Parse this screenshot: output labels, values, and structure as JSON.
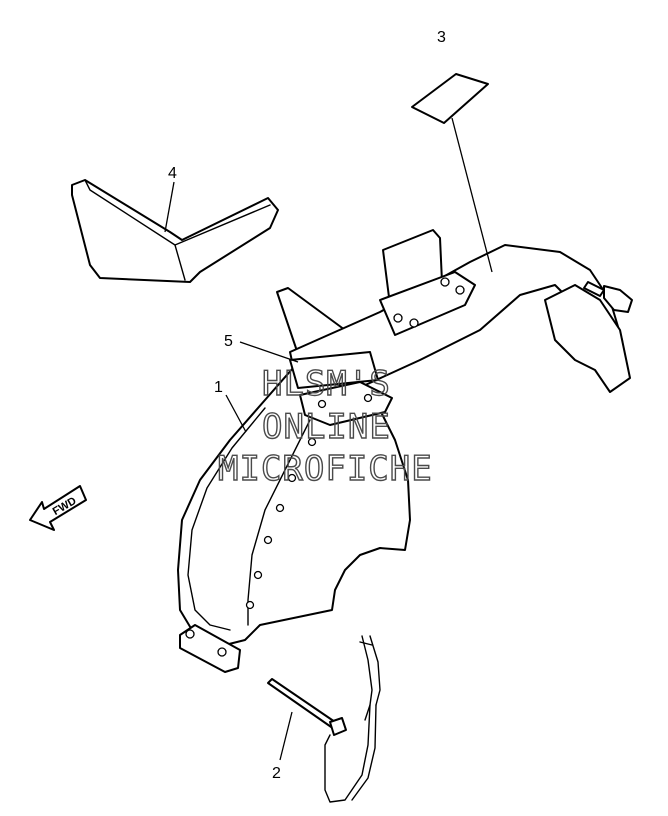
{
  "callouts": {
    "c1": "1",
    "c2": "2",
    "c3": "3",
    "c4": "4",
    "c5": "5"
  },
  "direction_arrow": {
    "label": "FWD",
    "icon": "left-arrow-icon"
  },
  "watermark": {
    "line1": "HLSM'S",
    "line2": "ONLINE",
    "line3": "MICROFICHE"
  }
}
